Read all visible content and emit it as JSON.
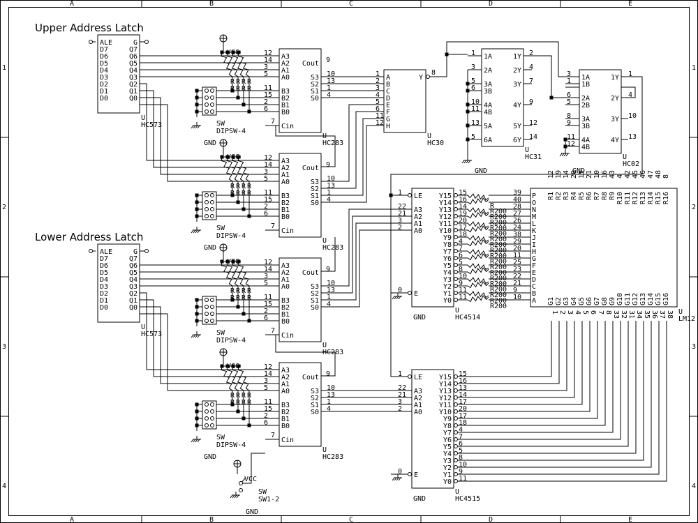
{
  "titles": {
    "upper": "Upper Address Latch",
    "lower": "Lower Address Latch"
  },
  "frame": {
    "cols": [
      "A",
      "B",
      "C",
      "D",
      "E"
    ],
    "rows": [
      "1",
      "2",
      "3",
      "4"
    ]
  },
  "hc573": {
    "left_pins": [
      "ALE",
      "D7",
      "D6",
      "D5",
      "D4",
      "D3",
      "D2",
      "D1",
      "D0"
    ],
    "right_pins": [
      "G",
      "Q7",
      "Q6",
      "Q5",
      "Q4",
      "Q3",
      "Q2",
      "Q1",
      "Q0"
    ],
    "u": "U",
    "part": "HC573"
  },
  "hc283": {
    "a_pins": [
      "A3",
      "A2",
      "A1",
      "A0"
    ],
    "b_pins": [
      "B3",
      "B2",
      "B1",
      "B0"
    ],
    "cin": "Cin",
    "cout": "Cout",
    "s_pins": [
      "S3",
      "S2",
      "S1",
      "S0"
    ],
    "a_nums": [
      "12",
      "14",
      "3",
      "5"
    ],
    "b_nums": [
      "11",
      "15",
      "2",
      "6"
    ],
    "cin_num": "7",
    "cout_num": "9",
    "s_nums": [
      "10",
      "13",
      "1",
      "4"
    ],
    "u": "U",
    "part": "HC283"
  },
  "dipsw": {
    "sw": "SW",
    "part": "DIPSW-4",
    "r": "R",
    "vcc": "VCC",
    "gnd": "GND"
  },
  "hc30": {
    "inputs": [
      "A",
      "B",
      "C",
      "D",
      "E",
      "F",
      "G",
      "H"
    ],
    "in_nums": [
      "1",
      "2",
      "3",
      "4",
      "5",
      "6",
      "11",
      "12"
    ],
    "output": "Y",
    "out_num": "8",
    "u": "U",
    "part": "HC30"
  },
  "hc31": {
    "inputs": [
      "1A",
      "2A",
      "3A",
      "3B",
      "4A",
      "4B",
      "5A",
      "6A"
    ],
    "in_nums": [
      "1",
      "3",
      "5",
      "6",
      "10",
      "11",
      "13",
      "5"
    ],
    "outputs": [
      "1Y",
      "2Y",
      "3Y",
      "4Y",
      "5Y",
      "6Y"
    ],
    "out_nums": [
      "2",
      "4",
      "7",
      "9",
      "12",
      "14"
    ],
    "u": "U",
    "part": "HC31"
  },
  "hc02": {
    "inputs": [
      "1A",
      "1B",
      "2A",
      "2B",
      "3A",
      "3B",
      "4A",
      "4B"
    ],
    "in_nums": [
      "3",
      "1",
      "6",
      "5",
      "8",
      "9",
      "11",
      "12"
    ],
    "outputs": [
      "1Y",
      "2Y",
      "3Y",
      "4Y"
    ],
    "out_nums": [
      "1",
      "4",
      "10",
      "13"
    ],
    "u": "U",
    "part": "HC02"
  },
  "dec": {
    "left_pins": [
      "LE",
      "A3",
      "A2",
      "A1",
      "A0",
      "E"
    ],
    "left_nums": [
      "1",
      "22",
      "21",
      "3",
      "2",
      "0"
    ],
    "outputs": [
      "Y15",
      "Y14",
      "Y13",
      "Y12",
      "Y11",
      "Y10",
      "Y9",
      "Y8",
      "Y7",
      "Y6",
      "Y5",
      "Y4",
      "Y3",
      "Y2",
      "Y1",
      "Y0"
    ],
    "hc4514_nums": [
      "15",
      "16",
      "14",
      "19",
      "20",
      "17",
      "18",
      "4",
      "7",
      "6",
      "5",
      "8",
      "10",
      "9",
      "11",
      "11"
    ],
    "hc4515_nums": [
      "15",
      "16",
      "13",
      "14",
      "17",
      "20",
      "17",
      "18",
      "4",
      "7",
      "6",
      "5",
      "8",
      "10",
      "9",
      "11"
    ],
    "u": "U",
    "hc4514": "HC4514",
    "hc4515": "HC4515",
    "gnd": "GND"
  },
  "resistors": {
    "labels": [
      "R",
      "R200",
      "R200",
      "R200",
      "R200",
      "R200",
      "R200",
      "R200",
      "R200",
      "R200",
      "R200",
      "R200",
      "R200",
      "R200",
      "R200",
      "R200",
      "R200",
      "R200",
      "R200"
    ],
    "nums": [
      "39",
      "40",
      "28",
      "27",
      "26",
      "24",
      "38",
      "29",
      "20",
      "11",
      "25",
      "23",
      "22",
      "21",
      "9",
      "10"
    ]
  },
  "led": {
    "rows": [
      "P",
      "O",
      "N",
      "M",
      "L",
      "K",
      "J",
      "I",
      "H",
      "G",
      "F",
      "E",
      "D",
      "C",
      "B",
      "A"
    ],
    "row_labels": [
      "R1",
      "R2",
      "R3",
      "R4",
      "R5",
      "R6",
      "R7",
      "R8",
      "R9",
      "R10",
      "R11",
      "R12",
      "R13",
      "R14",
      "R15",
      "R16"
    ],
    "col_labels": [
      "G1",
      "G2",
      "G3",
      "G4",
      "G5",
      "G6",
      "G7",
      "G8",
      "G9",
      "G10",
      "G11",
      "G12",
      "G13",
      "G14",
      "G15",
      "G16"
    ],
    "top_nums": [
      "12",
      "19",
      "14",
      "20",
      "15",
      "21",
      "10",
      "16",
      "43",
      "4",
      "42",
      "45",
      "46",
      "47",
      "48",
      "8"
    ],
    "bottom_nums": [
      "1",
      "2",
      "3",
      "4",
      "5",
      "6",
      "7",
      "8",
      "33",
      "32",
      "31",
      "34",
      "35",
      "36",
      "37",
      "38"
    ],
    "u": "U",
    "part": "LM12",
    "gnd": "GND"
  },
  "sw1": {
    "sw": "SW",
    "part": "SW1-2",
    "vcc": "VCC",
    "gnd": "GND"
  },
  "gnd": "GND"
}
